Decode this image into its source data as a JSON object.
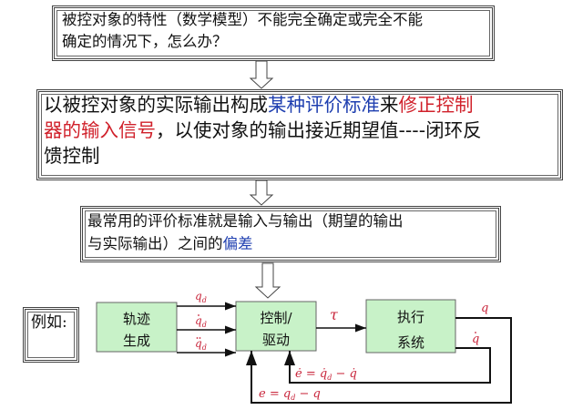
{
  "box1": {
    "line1": "被控对象的特性（数学模型）不能完全确定或完全不能",
    "line2": "确定的情况下，怎么办？"
  },
  "box2": {
    "line1_a": "以被控对象的实际输出构成",
    "line1_b": "某种评价标准",
    "line1_c": "来",
    "line1_d": "修正控制",
    "line2_a": "器的输入信号",
    "line2_b": "，以使对象的输出接近期望值----闭环反",
    "line3": "馈控制"
  },
  "box3": {
    "line1": "最常用的评价标准就是输入与输出（期望的输出",
    "line2_a": "与实际输出）之间的",
    "line2_b": "偏差"
  },
  "example_label": "例如:",
  "diagram": {
    "block_traj": [
      "轨迹",
      "生成"
    ],
    "block_ctrl": [
      "控制/",
      "驱动"
    ],
    "block_exec": [
      "执行",
      "系统"
    ],
    "sig_qd": "q",
    "sig_qd_sub": "d",
    "sig_tau": "τ",
    "sig_q": "q",
    "eq_edot": "ė = q̇",
    "eq_e": "e = q",
    "minus_qdot": " − q̇",
    "minus_q": " − q",
    "sub_d": "d"
  },
  "colors": {
    "block_fill": "#c8f2c8",
    "math_red": "#c8243a",
    "highlight_blue": "#1f3fb0",
    "highlight_red": "#d0202a"
  }
}
